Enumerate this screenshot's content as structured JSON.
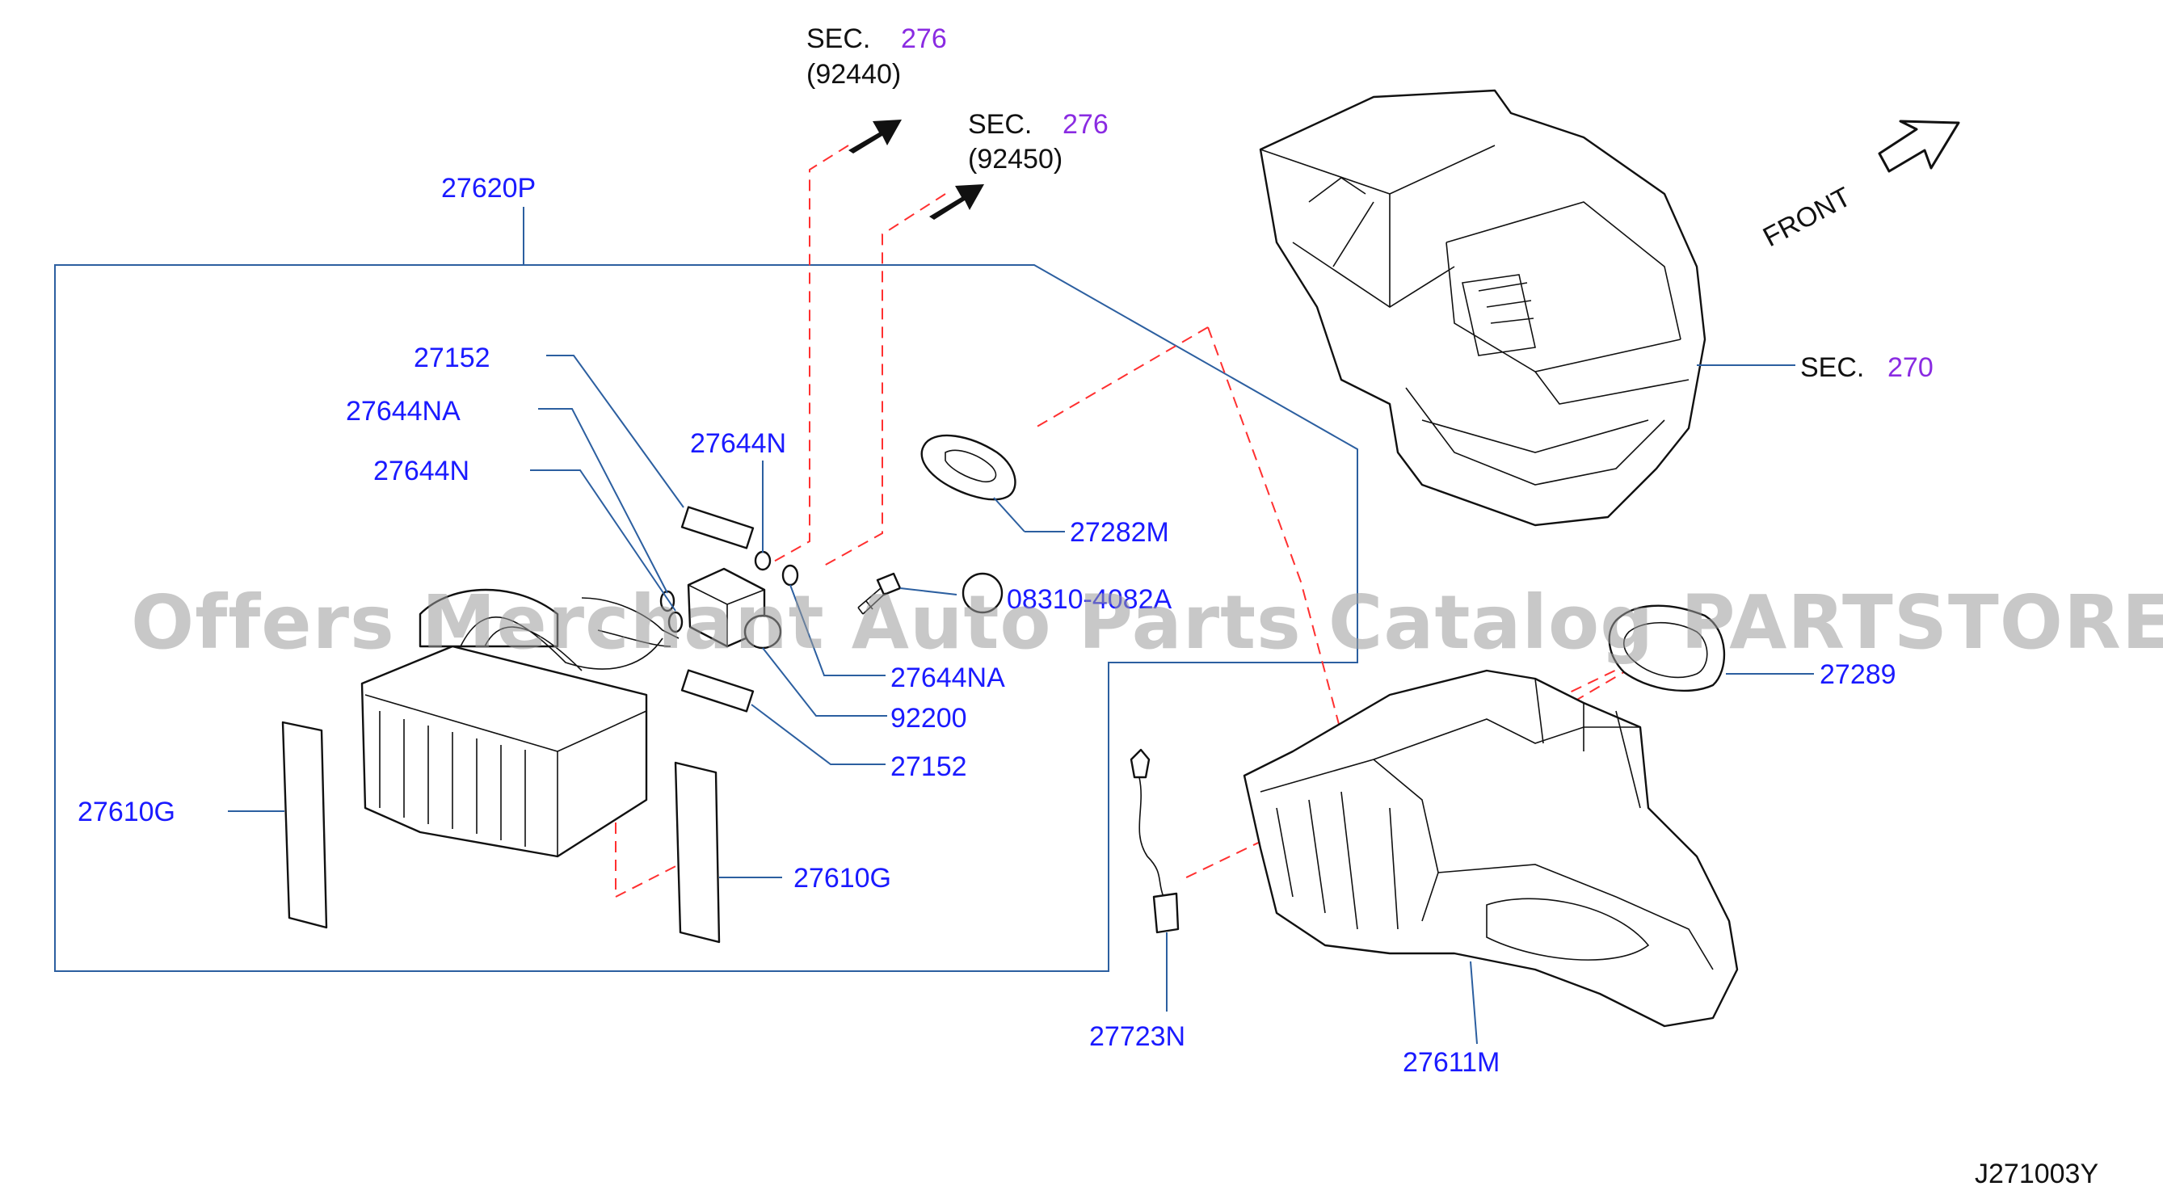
{
  "refs": {
    "sec276_a": {
      "prefix": "SEC.",
      "num": "276",
      "code": "(92440)"
    },
    "sec276_b": {
      "prefix": "SEC.",
      "num": "276",
      "code": "(92450)"
    },
    "sec270": {
      "prefix": "SEC.",
      "num": "270"
    }
  },
  "front_label": "FRONT",
  "labels": {
    "p27620P": "27620P",
    "p27152_top": "27152",
    "p27644NA_top": "27644NA",
    "p27644N_left": "27644N",
    "p27644N_mid": "27644N",
    "p27282M": "27282M",
    "p08310": "08310-4082A",
    "p27644NA_bot": "27644NA",
    "p92200": "92200",
    "p27152_bot": "27152",
    "p27610G_left": "27610G",
    "p27610G_right": "27610G",
    "p27289": "27289",
    "p27723N": "27723N",
    "p27611M": "27611M"
  },
  "drawing_code": "J271003Y",
  "watermark": "Offers Merchant Auto Parts Catalog PARTSTORE.SA"
}
